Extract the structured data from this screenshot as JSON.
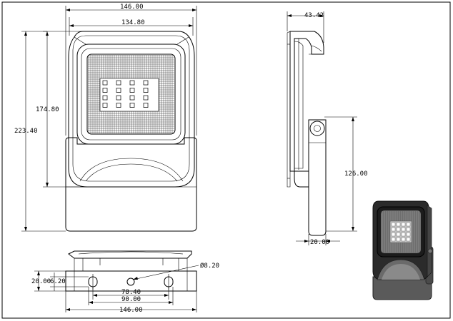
{
  "drawing": {
    "front_view": {
      "width_overall": "146.00",
      "width_inner": "134.80",
      "height_body": "174.80",
      "height_overall": "223.40"
    },
    "side_view": {
      "depth": "43.42",
      "mount_height": "126.00",
      "bracket_depth": "20.00"
    },
    "bottom_view": {
      "height": "20.00",
      "offset": "6.20",
      "hole_diameter": "Ø8.20",
      "hole_spacing": "78.40",
      "slot_spacing": "90.00",
      "width_overall": "146.00"
    },
    "led_grid": {
      "rows": 4,
      "cols": 4
    }
  }
}
